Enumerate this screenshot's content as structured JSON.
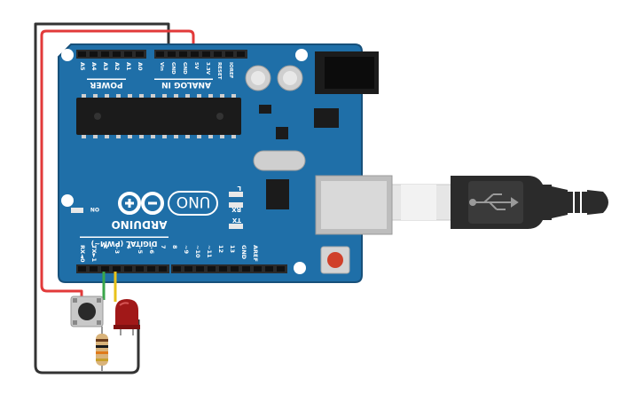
{
  "board": {
    "brand": "ARDUINO",
    "model": "UNO",
    "label_on": "ON",
    "led_tx": "TX",
    "led_rx": "RX",
    "led_l": "L",
    "group_power": "POWER",
    "group_analog": "ANALOG IN",
    "group_digital": "DIGITAL (PWM~)",
    "power_pins": [
      "Vin",
      "GND",
      "GND",
      "5V",
      "3.3V",
      "RESET",
      "IOREF"
    ],
    "analog_pins": [
      "A5",
      "A4",
      "A3",
      "A2",
      "A1",
      "A0"
    ],
    "digital_pins": [
      "RX◄0",
      "TX►1",
      "2",
      "~3",
      "4",
      "~5",
      "~6",
      "7",
      "8",
      "~9",
      "~10",
      "~11",
      "12",
      "13",
      "GND",
      "AREF"
    ],
    "colors": {
      "board": "#1f6fa8",
      "board_edge": "#17507a",
      "header": "#2a2a2a"
    }
  },
  "components": {
    "button": "pushbutton",
    "led": "red-led",
    "resistor": "resistor",
    "cable": "usb-b-cable"
  },
  "wires": {
    "red": "#e23a3a",
    "black": "#333333",
    "green": "#3aa64a",
    "yellow": "#e8c21a"
  }
}
